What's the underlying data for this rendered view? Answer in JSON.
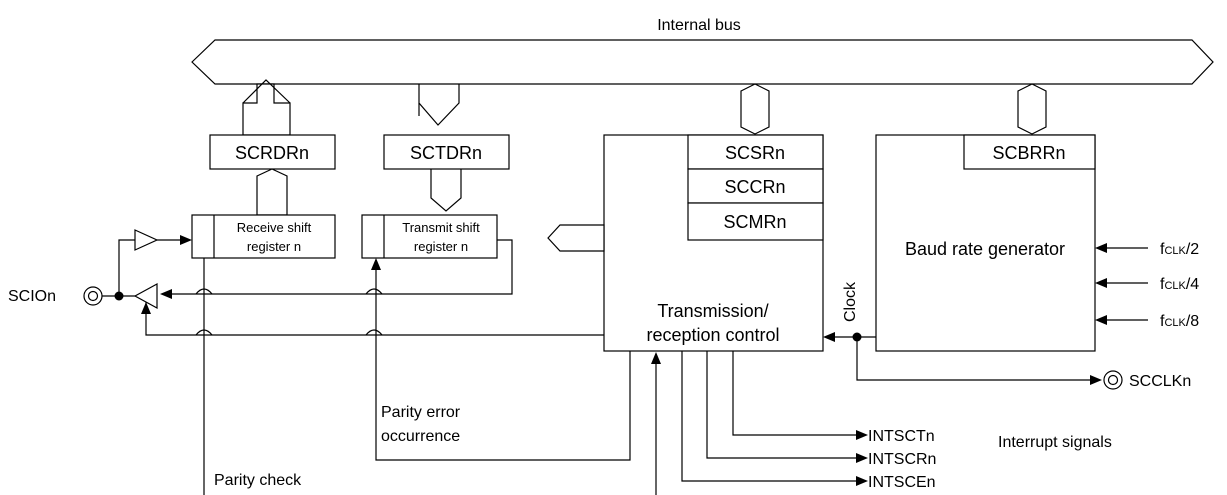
{
  "bus": {
    "label": "Internal bus"
  },
  "registers": {
    "scrdr": "SCRDRn",
    "sctdr": "SCTDRn",
    "scsr": "SCSRn",
    "sccr": "SCCRn",
    "scmr": "SCMRn",
    "scbrr": "SCBRRn"
  },
  "shift_registers": {
    "receive_line1": "Receive shift",
    "receive_line2": "register n",
    "transmit_line1": "Transmit shift",
    "transmit_line2": "register n"
  },
  "blocks": {
    "control_line1": "Transmission/",
    "control_line2": "reception control",
    "baud": "Baud rate generator"
  },
  "signals": {
    "clock": "Clock",
    "scio": "SCIOn",
    "scclk": "SCCLKn",
    "fclk_prefix": "f",
    "fclk_sub": "CLK",
    "fclk_div2": "/2",
    "fclk_div4": "/4",
    "fclk_div8": "/8",
    "parity_error_line1": "Parity error",
    "parity_error_line2": "occurrence",
    "parity_check": "Parity check",
    "intsct": "INTSCTn",
    "intscr": "INTSCRn",
    "intsce": "INTSCEn",
    "interrupt_signals": "Interrupt signals"
  }
}
